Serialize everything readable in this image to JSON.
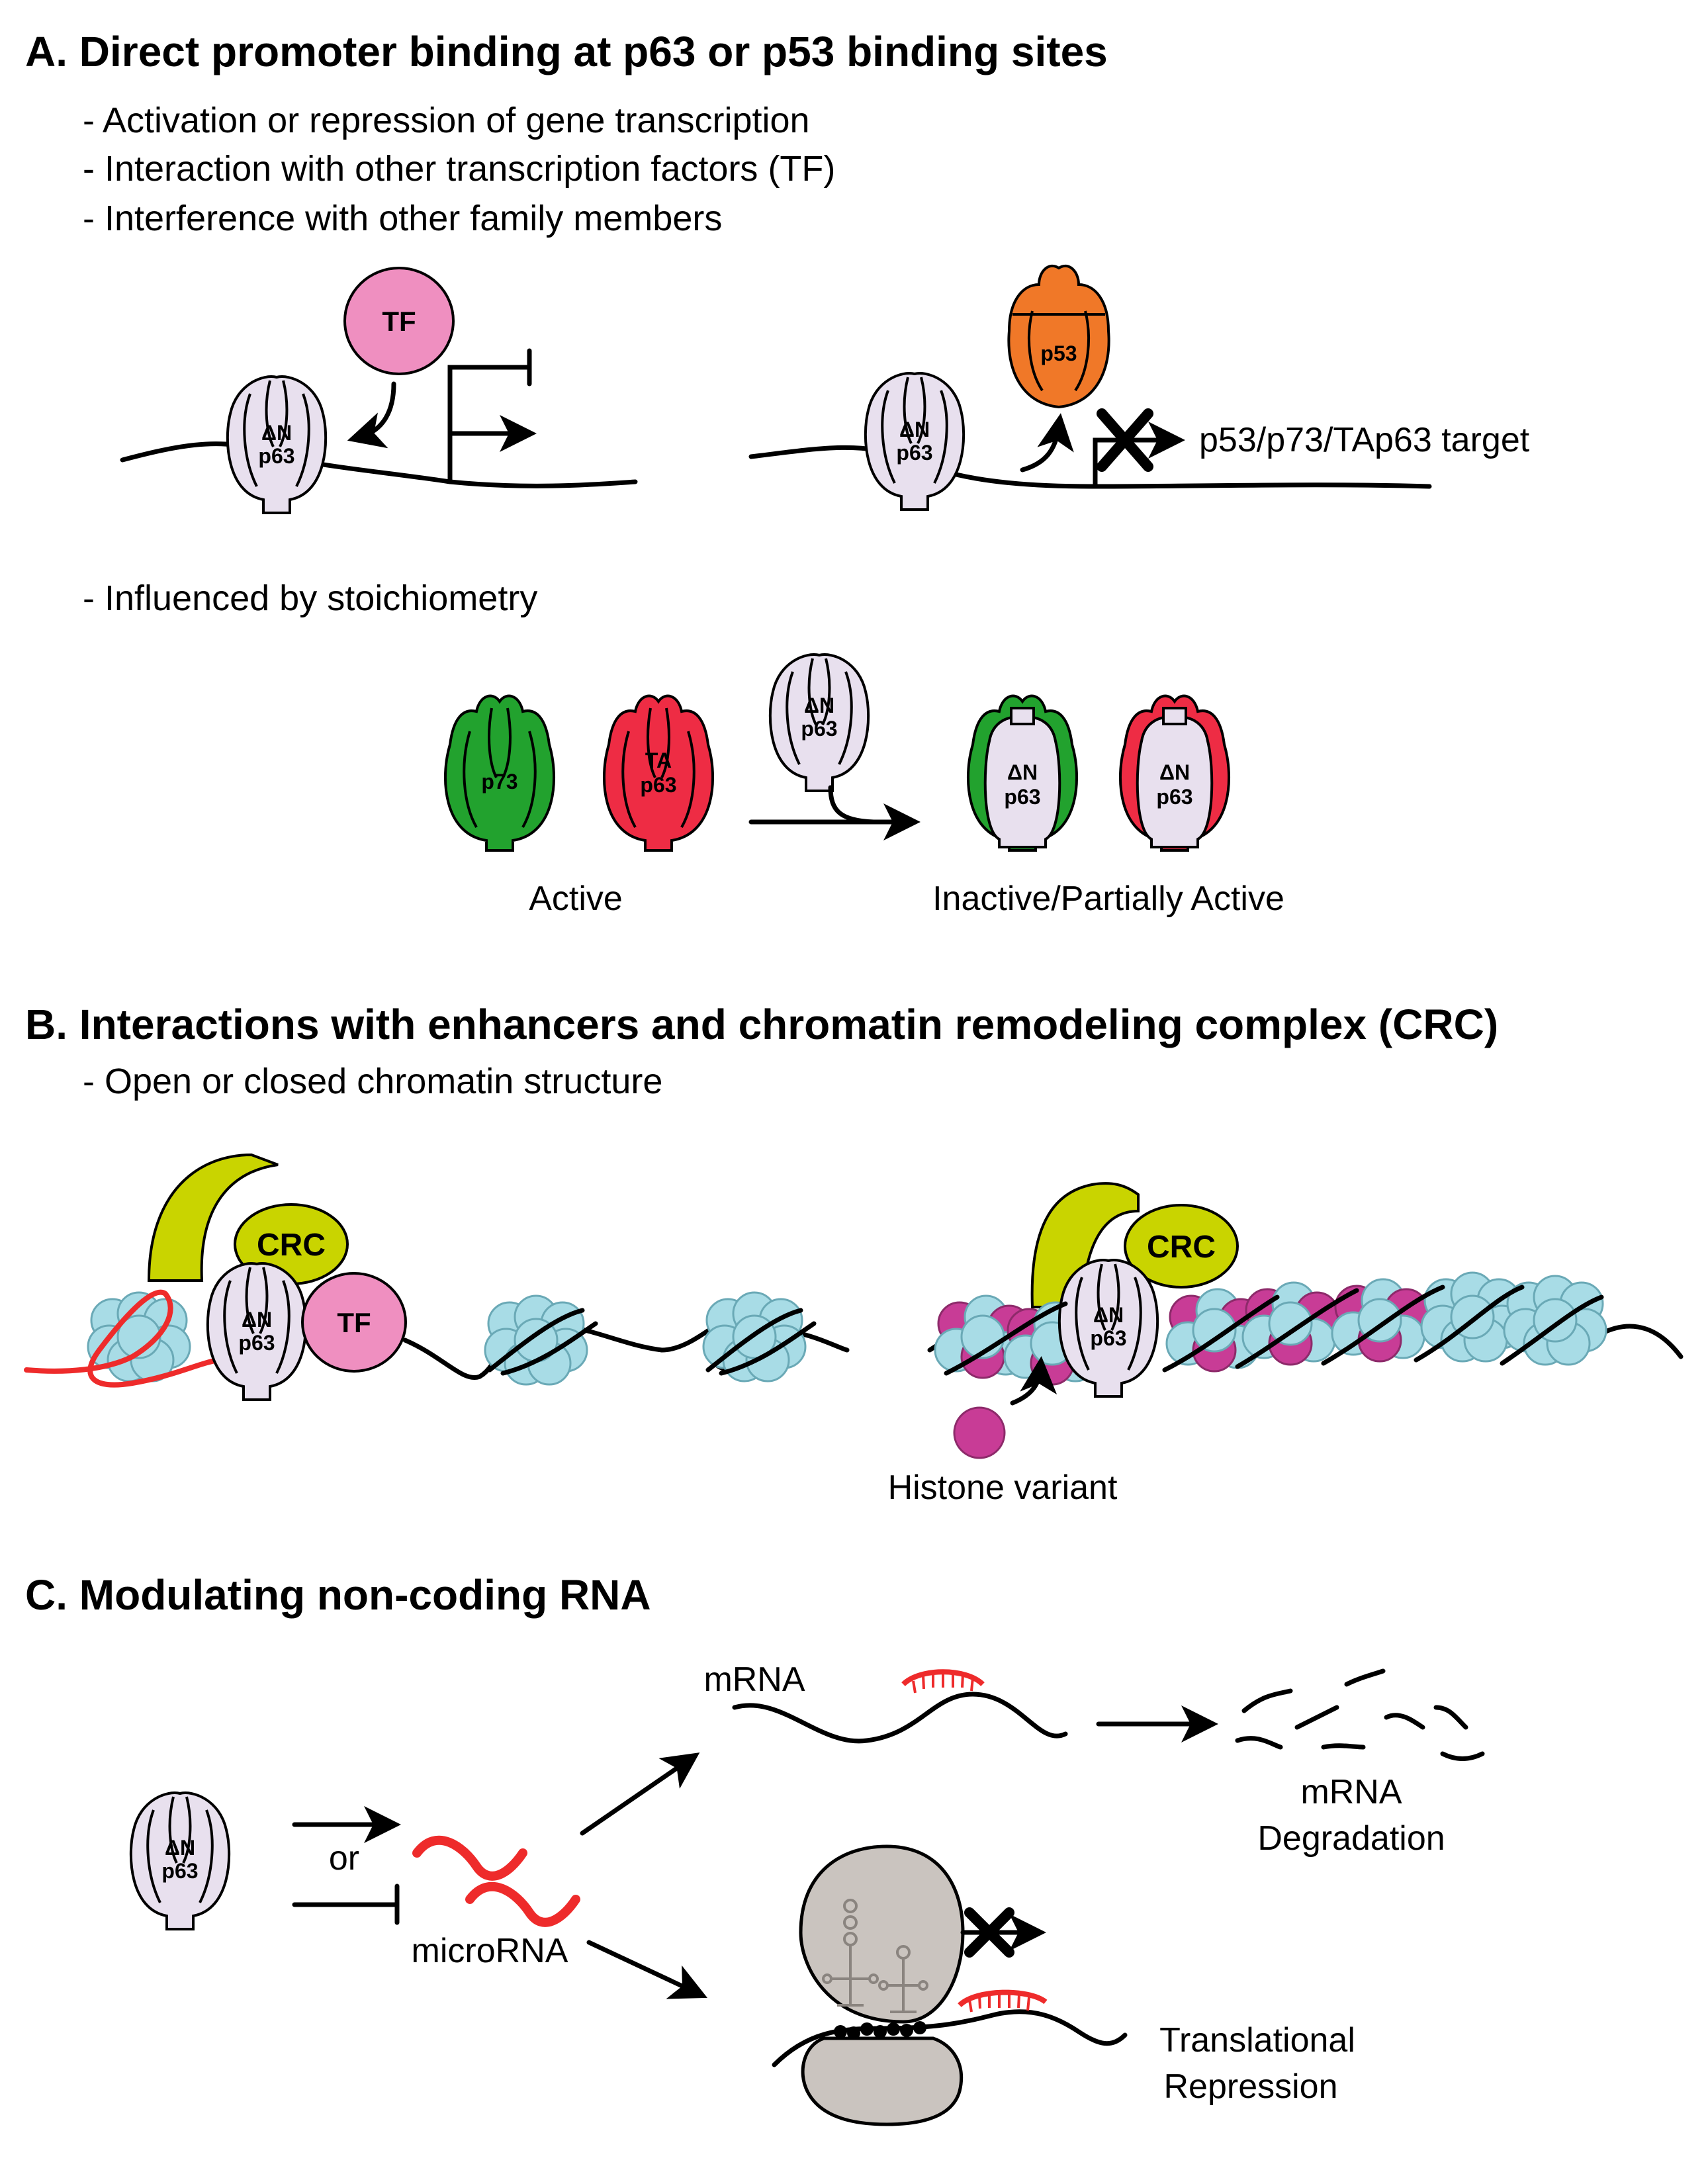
{
  "panel_a": {
    "title": "A.  Direct promoter binding at p63 or p53 binding sites",
    "bullets": [
      "- Activation or repression of gene transcription",
      "- Interaction with other transcription factors (TF)",
      "- Interference with other family members"
    ],
    "tf_label": "TF",
    "dn_top": "ΔN",
    "dn_bottom": "p63",
    "p53_label": "p53",
    "target_label": "p53/p73/TAp63 target",
    "stoich_bullet": "- Influenced by stoichiometry",
    "p73_label": "p73",
    "ta_top": "TA",
    "ta_bottom": "p63",
    "active_label": "Active",
    "inactive_label": "Inactive/Partially Active"
  },
  "panel_b": {
    "title": "B. Interactions with enhancers and chromatin remodeling complex (CRC)",
    "bullet": "- Open or closed chromatin structure",
    "crc_label": "CRC",
    "tf_label": "TF",
    "histone_label": "Histone variant"
  },
  "panel_c": {
    "title": "C. Modulating non-coding RNA",
    "or_label": "or",
    "microrna_label": "microRNA",
    "mrna_label": "mRNA",
    "degradation_line1": "mRNA",
    "degradation_line2": "Degradation",
    "translational_line1": "Translational",
    "translational_line2": "Repression"
  },
  "colors": {
    "dn_p63": "#e8e0ee",
    "tf": "#ef8fc0",
    "p53": "#f07828",
    "p73": "#22a22e",
    "tap63": "#ee2c44",
    "crc": "#c9d400",
    "nucleosome": "#a8dce6",
    "histone_variant": "#c83c96",
    "rna": "#ee2b2b",
    "ribosome": "#cac4bf"
  }
}
